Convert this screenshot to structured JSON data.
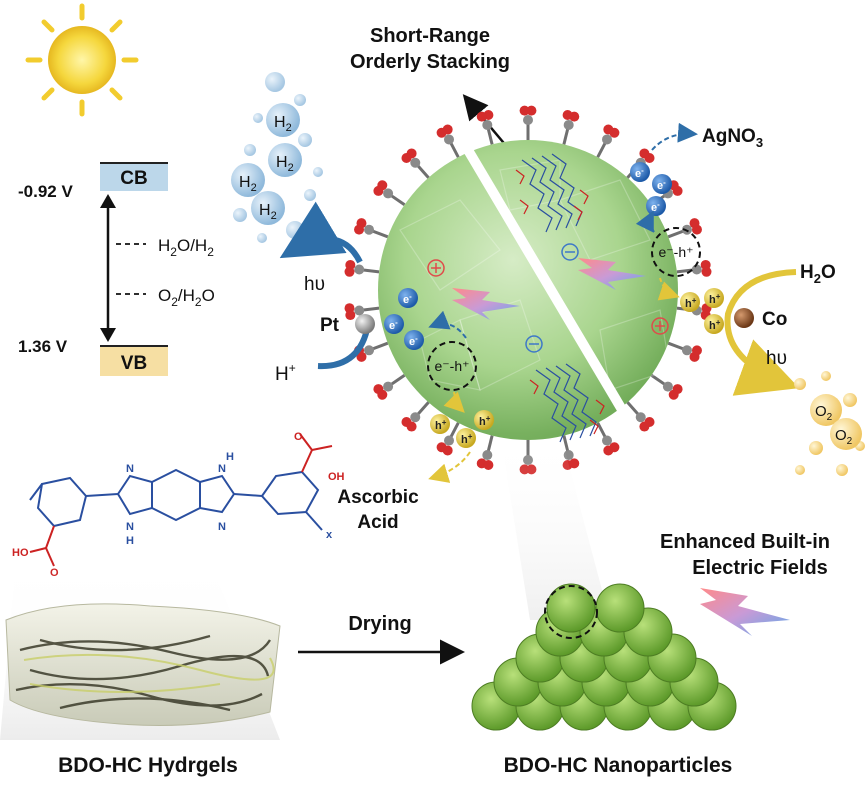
{
  "title": {
    "line1": "Short-Range",
    "line2": "Orderly Stacking"
  },
  "band_diagram": {
    "cb_label": "CB",
    "vb_label": "VB",
    "cb_potential": "-0.92 V",
    "vb_potential": "1.36 V",
    "levels": [
      {
        "main": "H",
        "sub": "2",
        "rest": "O/H",
        "sub2": "2"
      },
      {
        "main": "O",
        "sub": "2",
        "rest": "/H",
        "sub2": "",
        "tail": "2",
        "end": "O"
      }
    ]
  },
  "hydrogen_side": {
    "h2_main": "H",
    "h2_sub": "2",
    "light": "hυ",
    "cocatalyst": "Pt",
    "proton": "H",
    "proton_sup": "+",
    "sacrificial_line1": "Ascorbic",
    "sacrificial_line2": "Acid"
  },
  "oxygen_side": {
    "water": "H",
    "water_sub": "2",
    "water_end": "O",
    "cocatalyst": "Co",
    "light": "hυ",
    "o2_main": "O",
    "o2_sub": "2",
    "acceptor": "AgNO",
    "acceptor_sub": "3"
  },
  "carriers": {
    "electron": "e",
    "electron_sup": "-",
    "hole": "h",
    "hole_sup": "+",
    "exciton": "e⁻-h⁺"
  },
  "molecule": {
    "oh_top": "OH",
    "oh_left": "HO",
    "nh_top": "H",
    "nh_top_n": "N",
    "nh_bot": "N",
    "nh_bot_h": "H",
    "repeat": "x",
    "o_top": "O",
    "o_left": "O"
  },
  "bottom": {
    "process": "Drying",
    "left_caption": "BDO-HC Hydrgels",
    "right_caption": "BDO-HC Nanoparticles",
    "field_line1": "Enhanced Built-in",
    "field_line2": "Electric Fields"
  },
  "colors": {
    "particle": "#9fcf86",
    "electron": "#2f73c8",
    "hole": "#d8c23a",
    "arrow_blue": "#2e6ea8",
    "arrow_yellow": "#e2c53a",
    "cb_band": "#bcd7ea",
    "vb_band": "#f6dfa3"
  }
}
